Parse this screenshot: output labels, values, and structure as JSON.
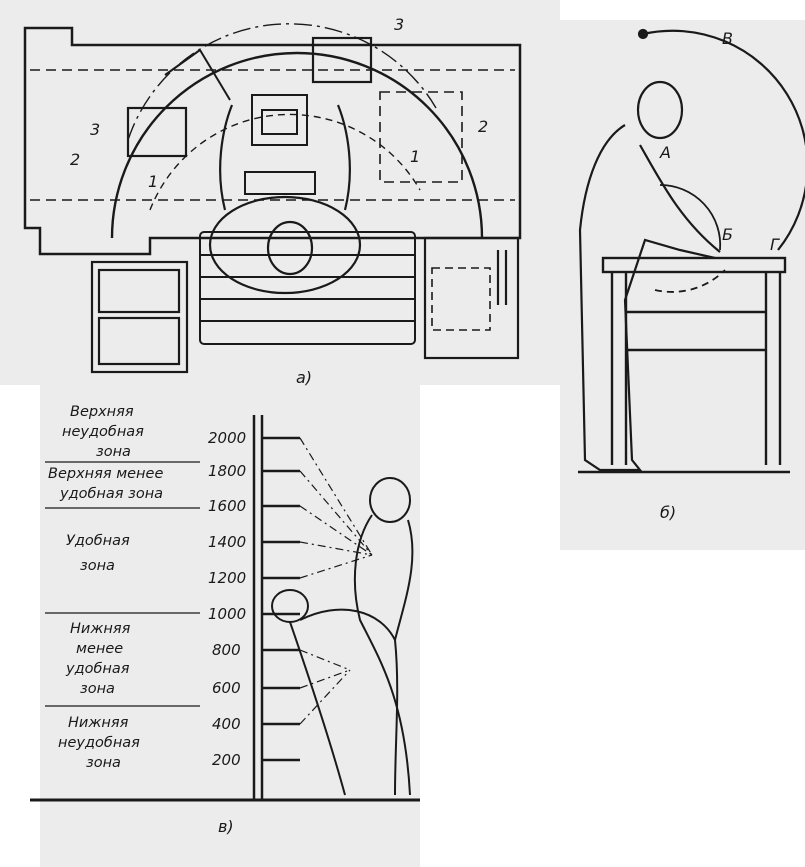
{
  "panel_a": {
    "caption": "а)",
    "arc_labels_left": [
      "3",
      "2",
      "1"
    ],
    "arc_labels_right": [
      "3",
      "2",
      "1"
    ]
  },
  "panel_b": {
    "caption": "б)",
    "points": [
      "А",
      "Б",
      "В",
      "Г"
    ]
  },
  "panel_c": {
    "caption": "в)",
    "scale": [
      "2000",
      "1800",
      "1600",
      "1400",
      "1200",
      "1000",
      "800",
      "600",
      "400",
      "200"
    ],
    "zones": [
      [
        "Верхняя",
        "неудобная",
        "зона"
      ],
      [
        "Верхняя менее",
        "удобная зона"
      ],
      [
        "Удобная",
        "зона"
      ],
      [
        "Нижняя",
        "менее",
        "удобная",
        "зона"
      ],
      [
        "Нижняя",
        "неудобная",
        "зона"
      ]
    ]
  }
}
